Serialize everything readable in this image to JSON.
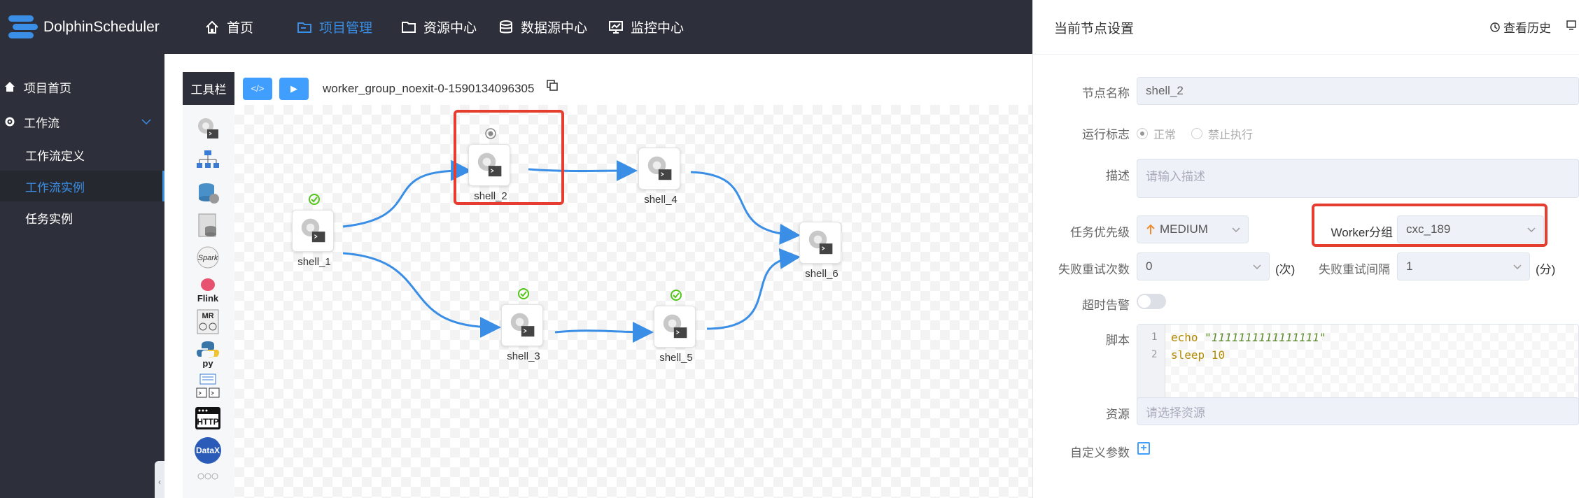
{
  "app": {
    "title": "DolphinScheduler"
  },
  "nav": [
    {
      "label": "首页",
      "icon": "home-icon"
    },
    {
      "label": "项目管理",
      "icon": "folder-icon",
      "active": true
    },
    {
      "label": "资源中心",
      "icon": "folder-outline-icon"
    },
    {
      "label": "数据源中心",
      "icon": "database-icon"
    },
    {
      "label": "监控中心",
      "icon": "monitor-icon"
    }
  ],
  "sidebar": {
    "items": [
      {
        "label": "项目首页",
        "icon": "home-icon"
      },
      {
        "label": "工作流",
        "icon": "gear-icon",
        "expanded": true
      },
      {
        "label": "工作流定义"
      },
      {
        "label": "工作流实例",
        "active": true
      },
      {
        "label": "任务实例"
      }
    ]
  },
  "toolbar": {
    "title": "工具栏",
    "tools": [
      "shell",
      "sub-process",
      "procedure",
      "sql",
      "spark",
      "flink",
      "mr",
      "python",
      "dependent",
      "http",
      "datax",
      "conditions"
    ],
    "tool_texts": {
      "flink": "Flink",
      "mr": "MR",
      "python": "py",
      "http": "HTTP",
      "datax": "DataX",
      "spark": "Spark"
    }
  },
  "header": {
    "code_button": "</>",
    "run_button": "▶",
    "workflow_name": "worker_group_noexit-0-1590134096305"
  },
  "dag": {
    "nodes": [
      {
        "id": "shell_1",
        "label": "shell_1",
        "status": "success"
      },
      {
        "id": "shell_2",
        "label": "shell_2",
        "status": "running"
      },
      {
        "id": "shell_3",
        "label": "shell_3",
        "status": "success"
      },
      {
        "id": "shell_4",
        "label": "shell_4",
        "status": "none"
      },
      {
        "id": "shell_5",
        "label": "shell_5",
        "status": "success"
      },
      {
        "id": "shell_6",
        "label": "shell_6",
        "status": "none"
      }
    ]
  },
  "panel": {
    "title": "当前节点设置",
    "history_label": "查看历史",
    "node_name_label": "节点名称",
    "node_name_value": "shell_2",
    "run_flag_label": "运行标志",
    "run_flag_normal": "正常",
    "run_flag_forbidden": "禁止执行",
    "run_flag_selected": "normal",
    "desc_label": "描述",
    "desc_placeholder": "请输入描述",
    "priority_label": "任务优先级",
    "priority_value": "MEDIUM",
    "worker_group_label": "Worker分组",
    "worker_group_value": "cxc_189",
    "retry_times_label": "失败重试次数",
    "retry_times_value": "0",
    "retry_times_unit": "(次)",
    "retry_interval_label": "失败重试间隔",
    "retry_interval_value": "1",
    "retry_interval_unit": "(分)",
    "timeout_label": "超时告警",
    "timeout_enabled": false,
    "script_label": "脚本",
    "script_lines": [
      {
        "num": "1",
        "kw": "echo",
        "rest": " \"1111111111111111\""
      },
      {
        "num": "2",
        "kw": "sleep",
        "rest": " 10"
      }
    ],
    "resource_label": "资源",
    "resource_placeholder": "请选择资源",
    "custom_params_label": "自定义参数"
  },
  "colors": {
    "accent": "#409eff",
    "nav_bg": "#2d303a",
    "highlight": "#e53e31",
    "success": "#52c41a"
  }
}
